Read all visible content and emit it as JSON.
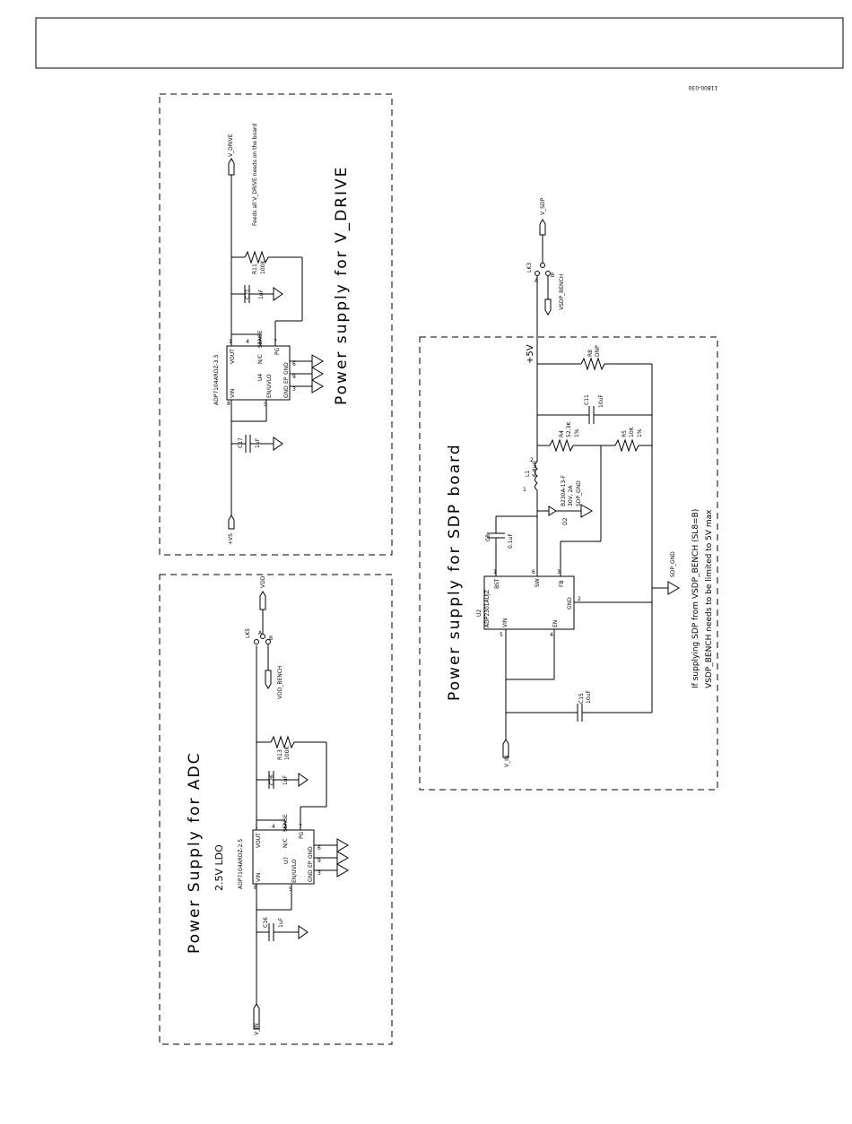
{
  "doc_id": "11800-030",
  "adc": {
    "title": "Power Supply for ADC",
    "subtitle": "2.5V LDO",
    "regulator": {
      "ref": "U7",
      "part": "ADP7104ARDZ-2.5",
      "pins": [
        "VIN",
        "EN/UVLO",
        "GND",
        "EP",
        "GND",
        "VOUT",
        "N/C",
        "SENSE",
        "PG"
      ],
      "pin_nums": [
        "8",
        "5",
        "3",
        "9",
        "6",
        "1",
        "4",
        "2",
        "7"
      ]
    },
    "c_in": {
      "ref": "C16",
      "value": "1uF"
    },
    "c_out": {
      "ref": "C26",
      "value": "1uF"
    },
    "r_pg": {
      "ref": "R13",
      "value": "100K"
    },
    "link": {
      "ref": "LK5",
      "a": "A",
      "b": "B"
    },
    "net_in": "V_IN",
    "net_out": "VDD",
    "net_bench": "VDD_BENCH"
  },
  "vdrive": {
    "title": "Power supply for V_DRIVE",
    "regulator": {
      "ref": "U4",
      "part": "ADP7104ARDZ-3.3",
      "pins": [
        "VIN",
        "EN/UVLO",
        "GND",
        "EP",
        "GND",
        "VOUT",
        "N/C",
        "SENSE",
        "PG"
      ],
      "pin_nums": [
        "8",
        "5",
        "3",
        "9",
        "6",
        "1",
        "4",
        "2",
        "7"
      ]
    },
    "c_in": {
      "ref": "C17",
      "value": "1uF"
    },
    "c_out": {
      "ref": "C21",
      "value": "1uF"
    },
    "r_pg": {
      "ref": "R11",
      "value": "100K"
    },
    "net_in": "+VS",
    "net_out": "V_DRIVE",
    "note": "Feeds all V_DRIVE needs on the board"
  },
  "sdp": {
    "title": "Power supply for SDP board",
    "regulator": {
      "ref": "U2",
      "part": "ADP2301AUJZ",
      "pins": [
        "BST",
        "SW",
        "FB",
        "VIN",
        "EN",
        "GND"
      ],
      "pin_nums": [
        "1",
        "6",
        "3",
        "5",
        "4",
        "2"
      ]
    },
    "c_boot": {
      "ref": "C8",
      "value": "0.1uF"
    },
    "inductor": {
      "ref": "L1",
      "value": "6.8uH",
      "pin1": "1",
      "pin2": "2"
    },
    "diode": {
      "ref": "D2",
      "part": "B230A-13-F",
      "rating1": "30V, 2A",
      "rating2": "SDP_GND"
    },
    "r4": {
      "ref": "R4",
      "value1": "52.3K",
      "value2": "1%"
    },
    "r5": {
      "ref": "R5",
      "value1": "10K",
      "value2": "1%"
    },
    "c11": {
      "ref": "C11",
      "value": "10uF"
    },
    "r8": {
      "ref": "R8",
      "value": "DNP"
    },
    "c15": {
      "ref": "C15",
      "value": "10uF"
    },
    "link": {
      "ref": "LK3",
      "a": "A",
      "b": "B"
    },
    "net_in": "V_IN",
    "net_rail": "+5V",
    "net_out": "V_SDP",
    "net_bench": "VSDP_BENCH",
    "net_gnd": "SDP_GND",
    "note1": "If supplying SDP from VSDP_BENCH (SL8=B)",
    "note2": "VSDP_BENCH needs to be limited to 5V max"
  }
}
